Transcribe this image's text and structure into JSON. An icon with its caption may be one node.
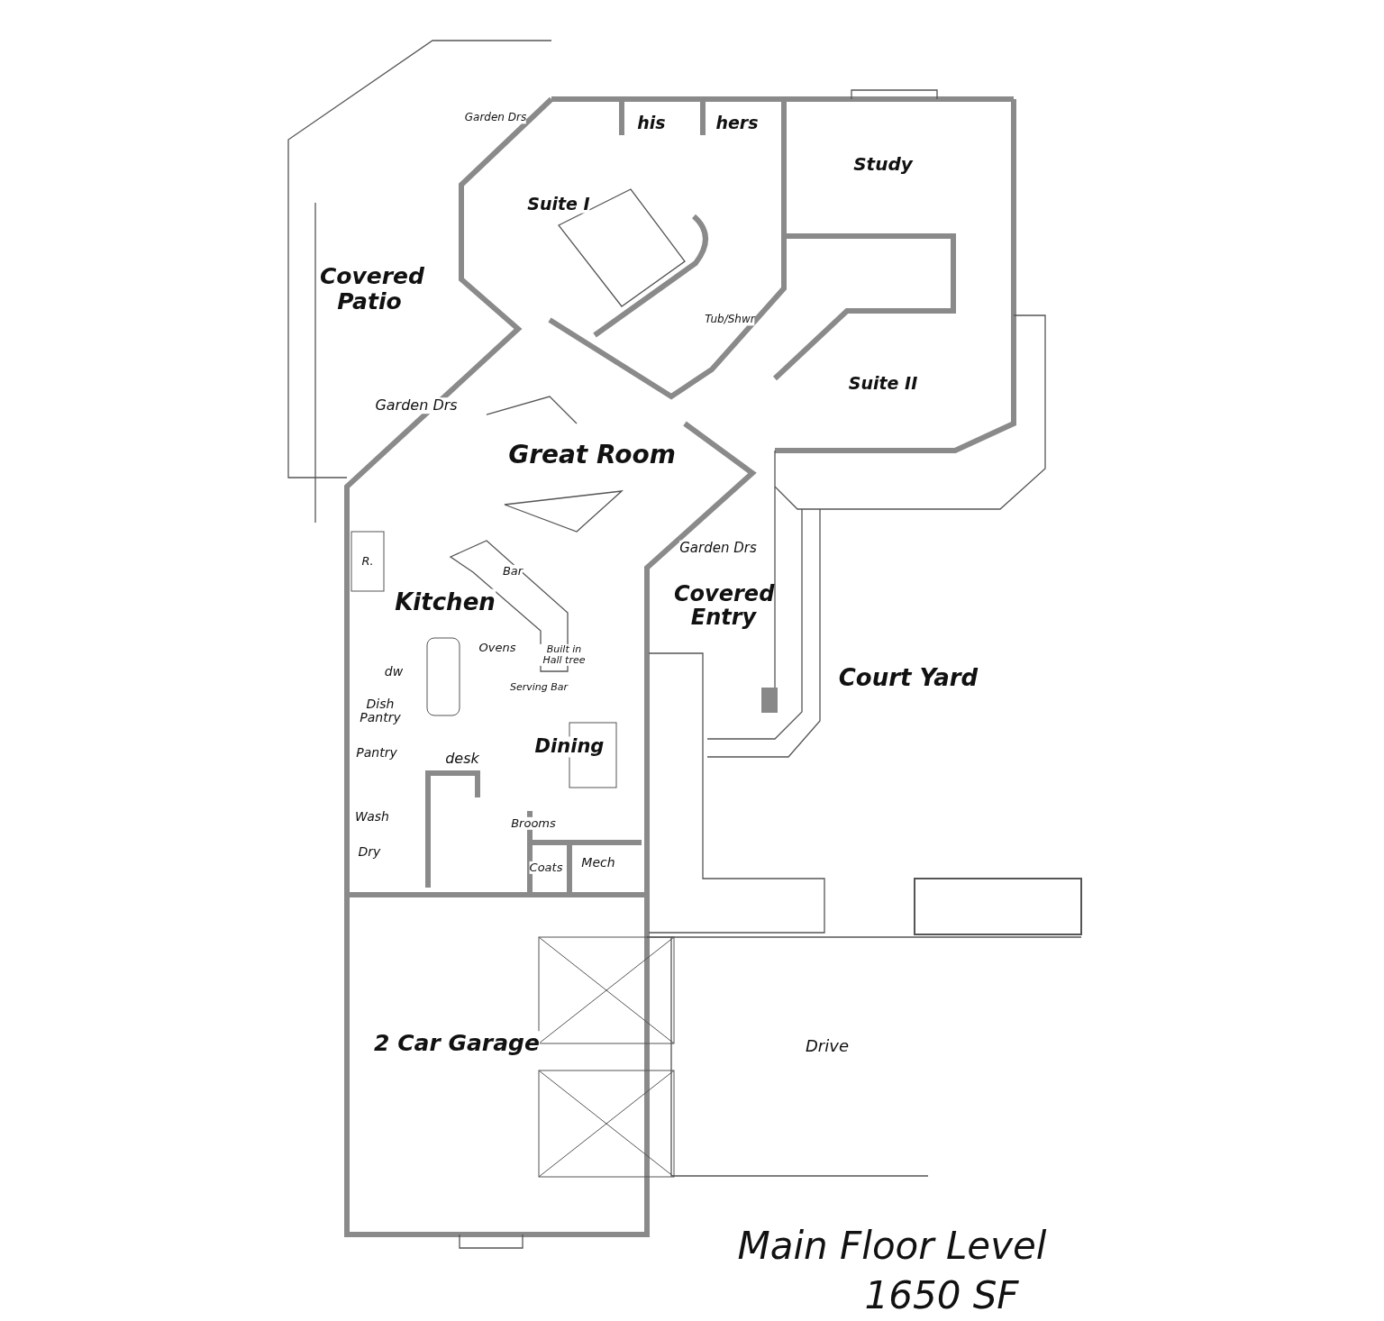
{
  "diagram": {
    "title": "Main Floor Level",
    "caption": "1650 SF",
    "labels": [
      "Garden Drs",
      "his",
      "hers",
      "Study",
      "Suite I",
      "Covered Patio",
      "Tub/Shwr",
      "Suite II",
      "Garden Drs",
      "Great Room",
      "Garden Drs",
      "R.",
      "Bar",
      "Kitchen",
      "Covered Entry",
      "Ovens",
      "Built in Hall tree",
      "dw",
      "Serving Bar",
      "Court Yard",
      "Dish Pantry",
      "Pantry",
      "desk",
      "Dining",
      "Wash",
      "Dry",
      "Brooms",
      "Coats",
      "Mech",
      "2 Car Garage",
      "Drive"
    ]
  }
}
